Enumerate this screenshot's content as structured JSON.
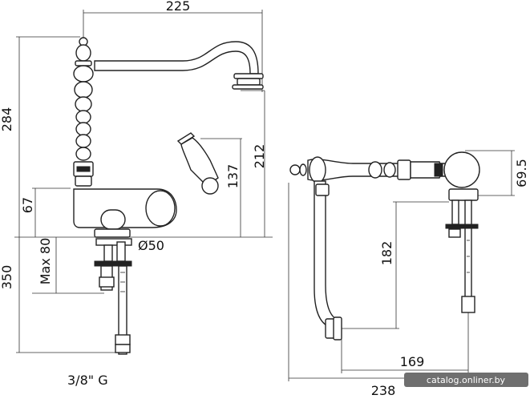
{
  "dimensions": {
    "spout_reach": "225",
    "total_height": "284",
    "spout_height": "212",
    "lever_height": "137",
    "base_height": "67",
    "max_thickness": "Max 80",
    "hose_length": "350",
    "base_diameter": "Ø50",
    "connection": "3/8\" G",
    "side_height": "69.5",
    "side_drop": "182",
    "side_depth": "169",
    "side_total": "238"
  },
  "watermark": "catalog.onliner.by"
}
